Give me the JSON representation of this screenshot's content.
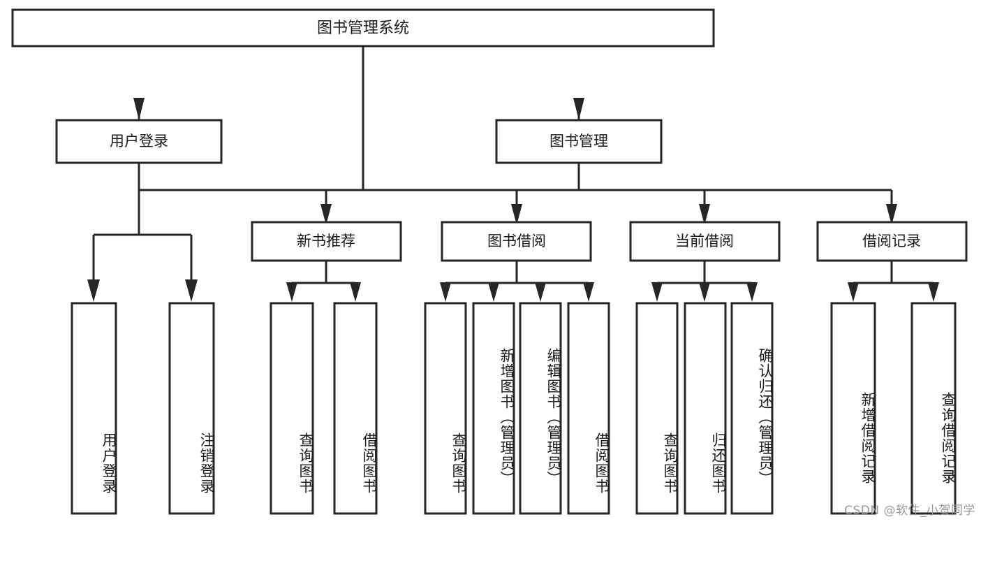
{
  "diagram": {
    "title": "图书管理系统",
    "type": "hierarchy-tree",
    "root": {
      "id": "root",
      "label": "图书管理系统",
      "orientation": "horizontal"
    },
    "level1": [
      {
        "id": "user-login",
        "label": "用户登录",
        "orientation": "horizontal"
      },
      {
        "id": "book-manage",
        "label": "图书管理",
        "orientation": "horizontal"
      }
    ],
    "level2": [
      {
        "id": "new-book-recommend",
        "label": "新书推荐",
        "parent": "book-manage",
        "orientation": "horizontal"
      },
      {
        "id": "book-borrow",
        "label": "图书借阅",
        "parent": "book-manage",
        "orientation": "horizontal"
      },
      {
        "id": "current-borrow",
        "label": "当前借阅",
        "parent": "book-manage",
        "orientation": "horizontal"
      },
      {
        "id": "borrow-record",
        "label": "借阅记录",
        "parent": "book-manage",
        "orientation": "horizontal"
      }
    ],
    "leaves": [
      {
        "id": "leaf-user-login",
        "label": "用户登录",
        "parent": "user-login",
        "orientation": "vertical"
      },
      {
        "id": "leaf-logout-login",
        "label": "注销登录",
        "parent": "user-login",
        "orientation": "vertical"
      },
      {
        "id": "leaf-query-book-1",
        "label": "查询图书",
        "parent": "new-book-recommend",
        "orientation": "vertical"
      },
      {
        "id": "leaf-borrow-book-1",
        "label": "借阅图书",
        "parent": "new-book-recommend",
        "orientation": "vertical"
      },
      {
        "id": "leaf-query-book-2",
        "label": "查询图书",
        "parent": "book-borrow",
        "orientation": "vertical"
      },
      {
        "id": "leaf-add-book",
        "label": "新增图书（管理员）",
        "parent": "book-borrow",
        "orientation": "vertical"
      },
      {
        "id": "leaf-edit-book",
        "label": "编辑图书（管理员）",
        "parent": "book-borrow",
        "orientation": "vertical"
      },
      {
        "id": "leaf-borrow-book-2",
        "label": "借阅图书",
        "parent": "book-borrow",
        "orientation": "vertical"
      },
      {
        "id": "leaf-query-book-3",
        "label": "查询图书",
        "parent": "current-borrow",
        "orientation": "vertical"
      },
      {
        "id": "leaf-return-book",
        "label": "归还图书",
        "parent": "current-borrow",
        "orientation": "vertical"
      },
      {
        "id": "leaf-confirm-return",
        "label": "确认归还（管理员）",
        "parent": "current-borrow",
        "orientation": "vertical"
      },
      {
        "id": "leaf-add-record",
        "label": "新增借阅记录",
        "parent": "borrow-record",
        "orientation": "vertical"
      },
      {
        "id": "leaf-query-record",
        "label": "查询借阅记录",
        "parent": "borrow-record",
        "orientation": "vertical"
      }
    ]
  },
  "watermark": {
    "text": "CSDN @软件_小贺同学"
  },
  "colors": {
    "stroke": "#262626",
    "fill": "#ffffff",
    "text": "#1a1a1a",
    "watermark": "#9a9a9a"
  }
}
